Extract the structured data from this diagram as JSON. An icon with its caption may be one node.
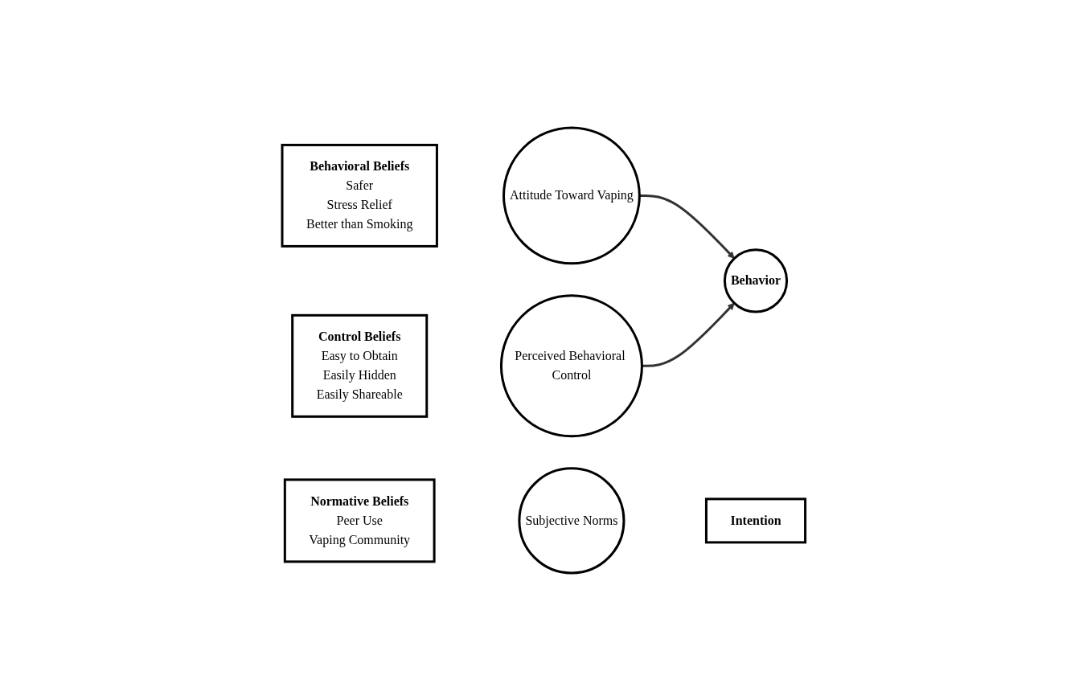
{
  "diagram": {
    "nodes": [
      {
        "text": [
          "Behavioral Beliefs",
          "Safer",
          "Stress Relief",
          "Better than Smoking"
        ]
      },
      {
        "text": [
          "Attitude Toward Vaping"
        ]
      },
      {
        "text": [
          "Normative Beliefs",
          "Peer Use",
          "Vaping Community"
        ]
      },
      {
        "text": [
          "Subjective Norms"
        ]
      },
      {
        "text": [
          "Intention"
        ]
      },
      {
        "text": [
          "Control Beliefs",
          "Easy to Obtain",
          "Easily Hidden",
          "Easily Shareable"
        ]
      },
      {
        "text": [
          "Perceived Behavioral Control"
        ]
      },
      {
        "text": [
          "Behavior"
        ]
      }
    ],
    "edges": [
      {
        "from": 1,
        "to": 7,
        "arrow": "to"
      },
      {
        "from": 6,
        "to": 7,
        "arrow": "to"
      }
    ]
  }
}
